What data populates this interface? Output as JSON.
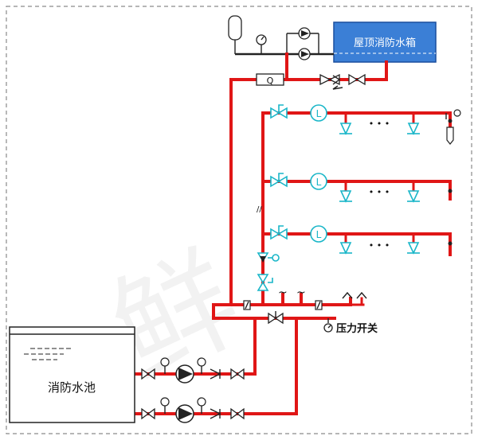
{
  "labels": {
    "roof_tank": "屋顶消防水箱",
    "pool": "消防水池",
    "pressure_switch": "压力开关",
    "gauge_letter": "Q",
    "flow_letter": "L",
    "ellipsis": "• • •",
    "break_mark": "//",
    "wave": "~"
  },
  "colors": {
    "pipe": "#e01616",
    "tank_fill": "#3b7fd6",
    "fitting": "#19b6c8",
    "outline": "#222222",
    "frame": "#8a8a8a"
  },
  "watermark": "鲜",
  "icons": [
    "pressure-tank-icon",
    "gauge-icon",
    "pump-icon",
    "gate-valve-icon",
    "check-valve-icon",
    "flow-indicator-icon",
    "sprinkler-icon",
    "alarm-valve-icon"
  ]
}
